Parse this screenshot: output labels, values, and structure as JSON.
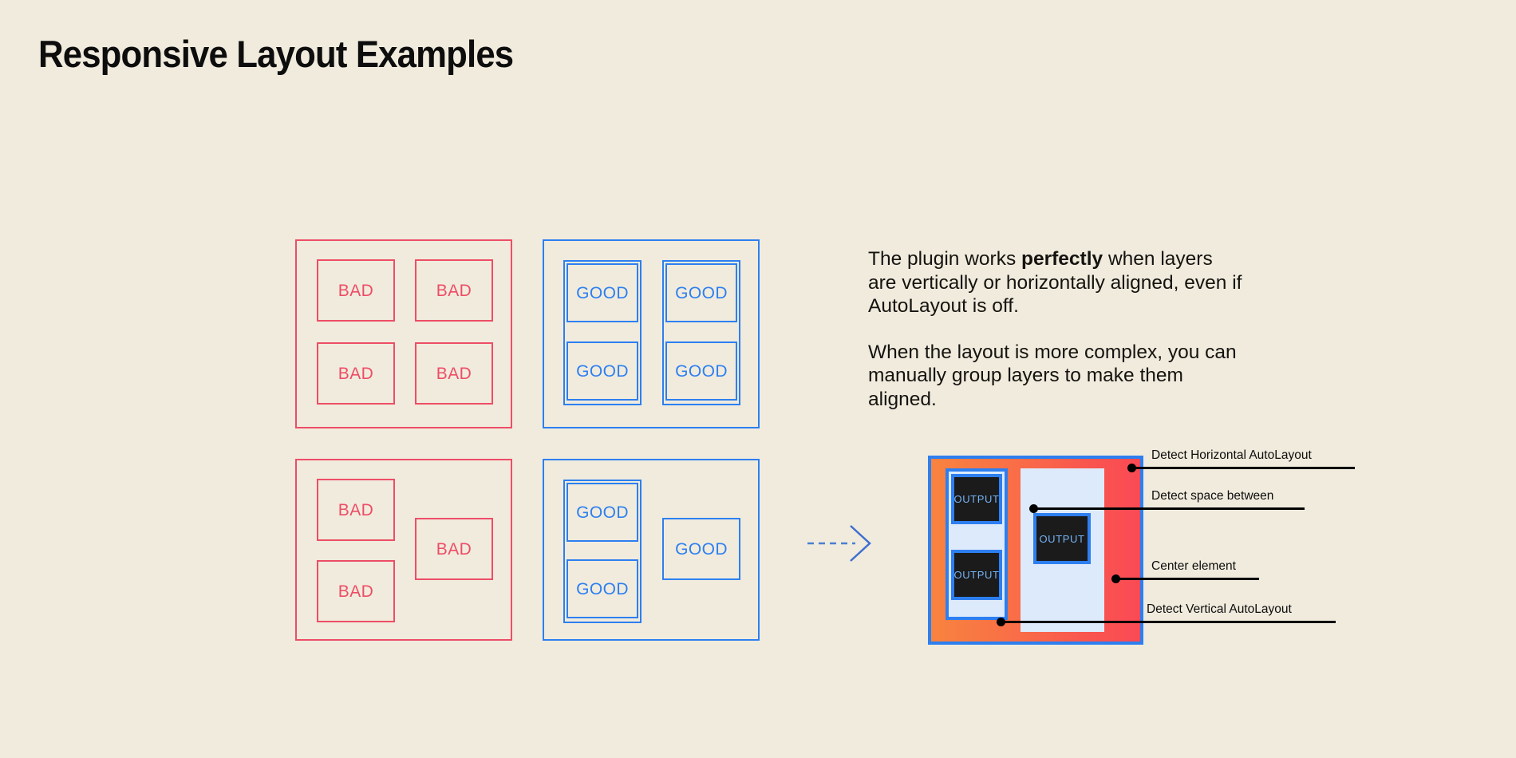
{
  "page": {
    "title": "Responsive Layout Examples",
    "background_color": "#f0ebdd",
    "bad_color": "#ee4d66",
    "good_color": "#2d7ff0",
    "text_color": "#0d0d0d"
  },
  "examples": {
    "bad_grid": {
      "kind": "bad",
      "cells": [
        {
          "label": "BAD"
        },
        {
          "label": "BAD"
        },
        {
          "label": "BAD"
        },
        {
          "label": "BAD"
        }
      ]
    },
    "good_grid": {
      "kind": "good",
      "groups": [
        {
          "cells": [
            {
              "label": "GOOD"
            },
            {
              "label": "GOOD"
            }
          ]
        },
        {
          "cells": [
            {
              "label": "GOOD"
            },
            {
              "label": "GOOD"
            }
          ]
        }
      ]
    },
    "bad_complex": {
      "kind": "bad",
      "cells": [
        {
          "label": "BAD"
        },
        {
          "label": "BAD"
        },
        {
          "label": "BAD"
        }
      ]
    },
    "good_complex": {
      "kind": "good",
      "grouped_cells": [
        {
          "label": "GOOD"
        },
        {
          "label": "GOOD"
        }
      ],
      "single_cell": {
        "label": "GOOD"
      }
    }
  },
  "copy": {
    "paragraph_1_before": "The plugin works ",
    "paragraph_1_bold": "perfectly",
    "paragraph_1_after": " when layers are vertically or horizontally aligned, even if AutoLayout is off.",
    "paragraph_2": "When the layout is more complex, you can manually group layers to make them aligned."
  },
  "arrow": {
    "name": "dashed-arrow",
    "color": "#4a7fd4",
    "style": "dashed"
  },
  "result": {
    "frame_border_color": "#2d7ff0",
    "fill_gradient_from": "#f8833f",
    "fill_gradient_to": "#fa4a55",
    "column_color": "#ddeafb",
    "box_color": "#1b1b1b",
    "boxes": [
      {
        "label": "OUTPUT"
      },
      {
        "label": "OUTPUT"
      },
      {
        "label": "OUTPUT"
      }
    ]
  },
  "callouts": [
    {
      "label": "Detect Horizontal AutoLayout"
    },
    {
      "label": "Detect space between"
    },
    {
      "label": "Center element"
    },
    {
      "label": "Detect Vertical AutoLayout"
    }
  ]
}
